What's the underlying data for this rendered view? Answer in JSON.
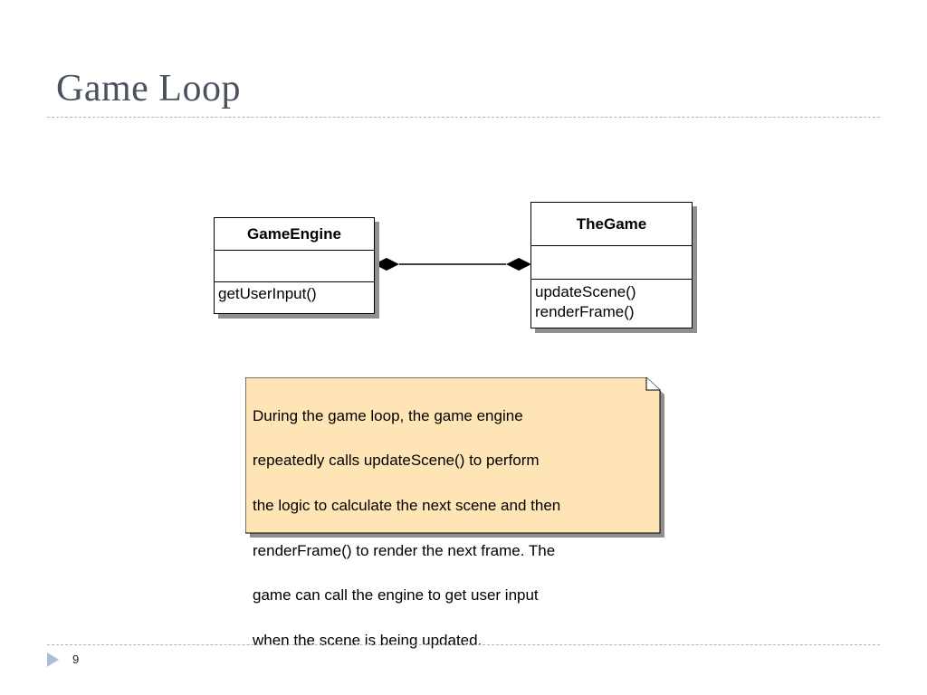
{
  "slide": {
    "title": "Game Loop",
    "page_number": "9"
  },
  "diagram": {
    "engine": {
      "name": "GameEngine",
      "operations": [
        "getUserInput()"
      ]
    },
    "game": {
      "name": "TheGame",
      "operations": [
        "updateScene()",
        "renderFrame()"
      ]
    },
    "note": {
      "lines": [
        "During the game loop, the game engine",
        "repeatedly calls updateScene() to perform",
        "the logic to calculate the next scene and then",
        "renderFrame() to render the next frame. The",
        "game can call the engine to get user input",
        "when the scene is being updated."
      ]
    }
  },
  "colors": {
    "title": "#4a5260",
    "rule": "#a7b6c8",
    "note_fill": "#ffe4b5",
    "marker": "#a9bfd6",
    "shadow": "#8f8f8f"
  },
  "icons": {
    "composition_end": "filled-diamond",
    "page_marker": "triangle-right-icon"
  }
}
